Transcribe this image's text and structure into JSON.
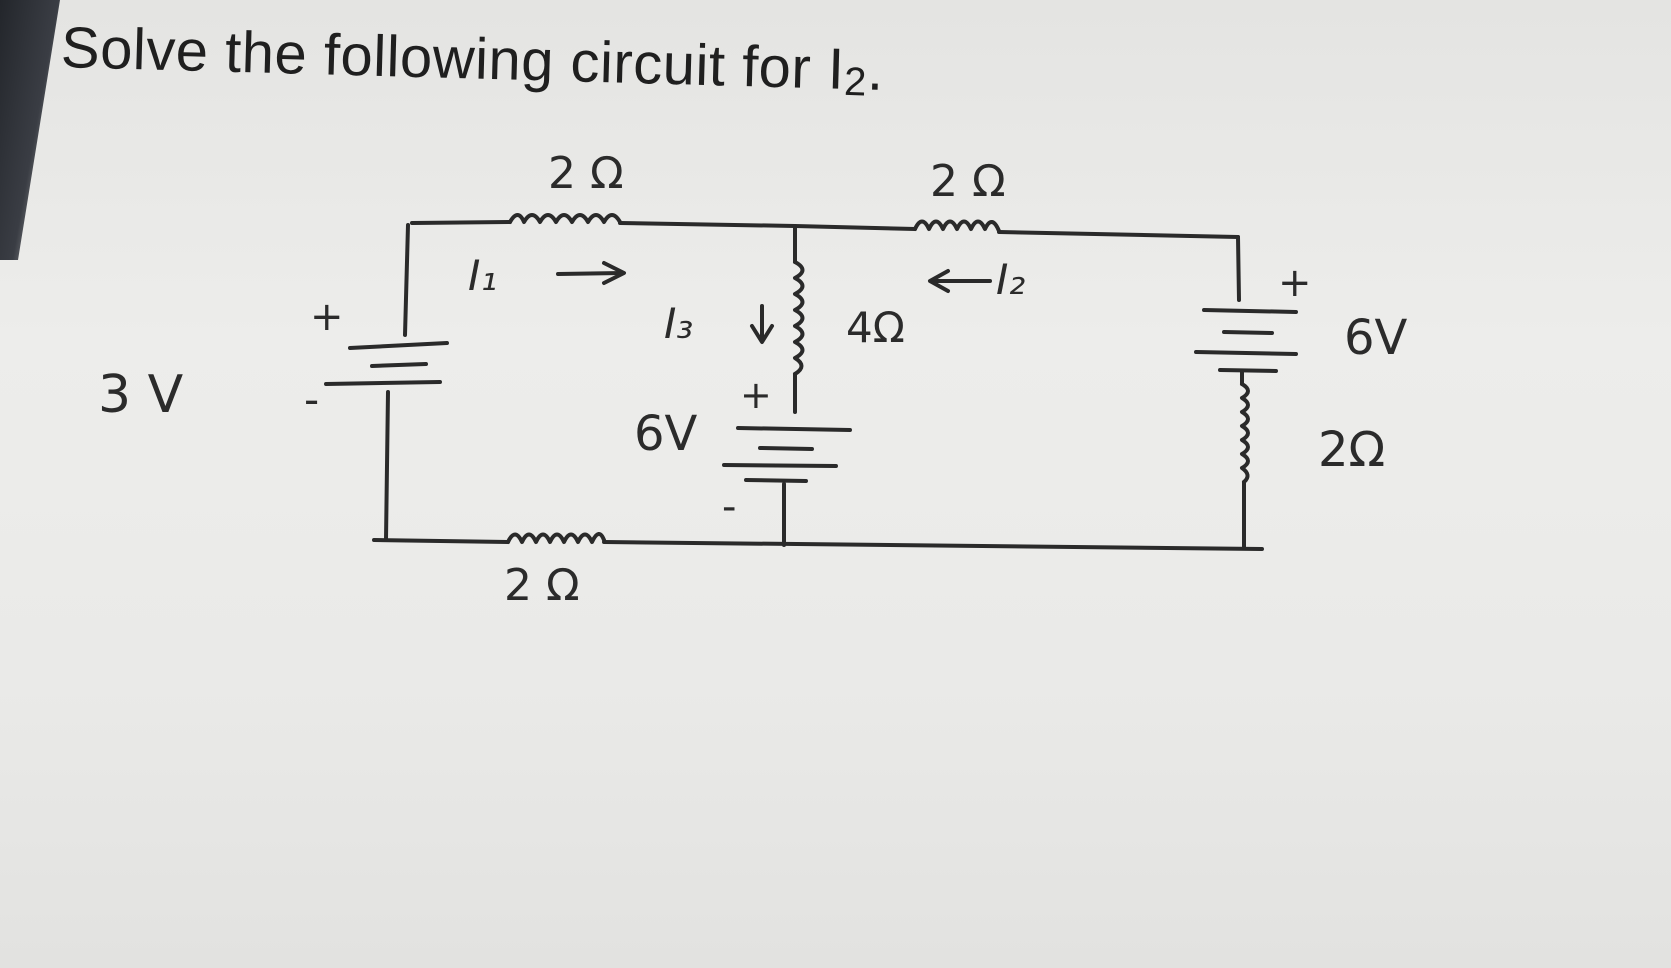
{
  "question": {
    "title_main": "Solve the following circuit for I",
    "title_sub": "2",
    "title_end": "."
  },
  "circuit_labels": {
    "source_left_voltage": "3 V",
    "source_left_plus": "+",
    "source_left_minus": "-",
    "resistor_top_left": "2 Ω",
    "current_i1": "I₁",
    "resistor_top_right": "2 Ω",
    "current_i2": "I₂",
    "current_i3": "I₃",
    "resistor_middle": "4Ω",
    "source_middle_voltage": "6V",
    "source_middle_plus": "+",
    "source_middle_minus": "-",
    "source_right_voltage": "6V",
    "source_right_plus": "+",
    "resistor_right": "2Ω",
    "resistor_bottom": "2 Ω"
  }
}
